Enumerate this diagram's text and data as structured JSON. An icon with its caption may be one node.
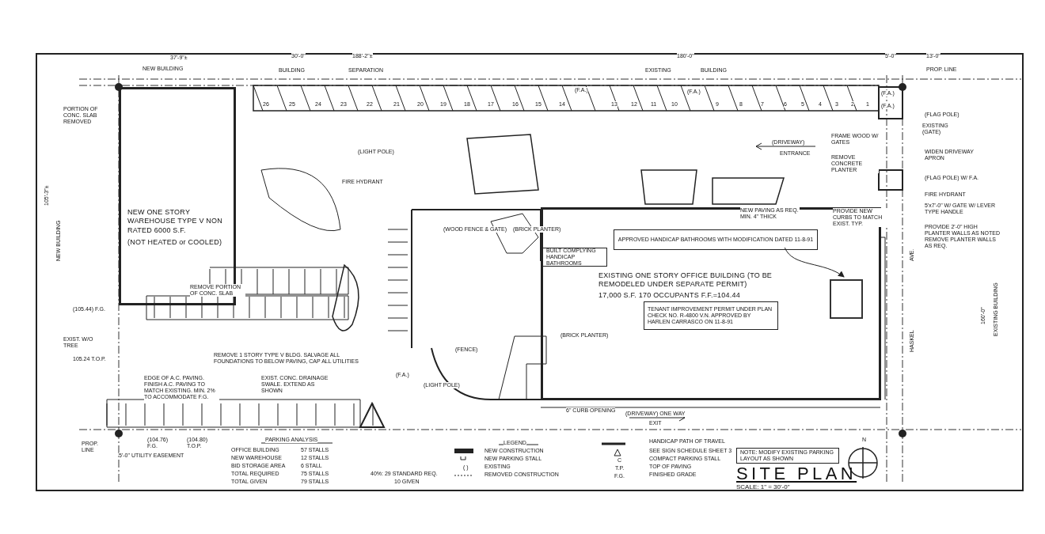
{
  "diagram": {
    "title": "SITE PLAN",
    "caption": "SCALE: 1\" = 30'-0\"",
    "nodes": [
      {
        "text": [
          "NEW ONE STORY WAREHOUSE TYPE V NON RATED 6000 S.F.",
          "(NOT HEATED or COOLED)"
        ]
      },
      {
        "text": [
          "EXISTING ONE STORY OFFICE BUILDING (TO BE REMODELED UNDER SEPARATE PERMIT)",
          "17,000 S.F. 170 OCCUPANTS F.F.=104.44"
        ]
      },
      {
        "text": [
          "TENANT IMPROVEMENT PERMIT UNDER PLAN CHECK NO. R-4800 V.N. APPROVED BY HARLEN CARRASCO ON 11-8-91"
        ],
        "in": 1
      },
      {
        "text": [
          "BUILT COMPLYING HANDICAP BATHROOMS"
        ],
        "in": 1
      },
      {
        "text": [
          "APPROVED HANDICAP BATHROOMS WITH MODIFICATION DATED 11-8-91"
        ],
        "in": 1
      },
      {
        "text": [],
        "shape": "box",
        "in": 1
      },
      {
        "text": [
          "NOTE: MODIFY EXISTING PARKING LAYOUT AS SHOWN"
        ]
      }
    ],
    "edges": [
      {
        "from": 4,
        "to": 5,
        "arrow": "to"
      }
    ],
    "labels": [
      "37'-9\"±",
      "NEW BUILDING",
      "30'-0\"",
      "BUILDING",
      "SEPARATION",
      "188'-2\"±",
      "180'-0\"",
      "EXISTING",
      "BUILDING",
      "5'-0\"",
      "13'-0\"",
      "PROP. LINE",
      "PORTION OF CONC. SLAB REMOVED",
      "NEW BUILDING",
      "105'-3\"±",
      "(FLAG POLE)",
      "EXISTING (GATE)",
      "FRAME WOOD W/ GATES",
      "(DRIVEWAY)",
      "ENTRANCE",
      "REMOVE CONCRETE PLANTER",
      "WIDEN DRIVEWAY APRON",
      "(FLAG POLE) W/ F.A.",
      "FIRE HYDRANT",
      "5'x7'-0\" W/ GATE W/ LEVER TYPE HANDLE",
      "PROVIDE 2'-0\" HIGH PLANTER WALLS AS NOTED REMOVE PLANTER WALLS AS REQ.",
      "AVE.",
      "HASKEL",
      "160'-0\"",
      "EXISTING BUILDING",
      "PROVIDE NEW CURBS TO MATCH EXIST. TYP.",
      "NEW PAVING AS REQ. MIN. 4\" THICK",
      "(LIGHT POLE)",
      "FIRE HYDRANT",
      "(WOOD FENCE & GATE)",
      "(BRICK PLANTER)",
      "(BRICK PLANTER)",
      "(FENCE)",
      "(LIGHT POLE)",
      "(F.A.)",
      "6\" CURB OPENING",
      "(DRIVEWAY) ONE WAY",
      "EXIT",
      "REMOVE PORTION OF CONC. SLAB",
      "(105.44) F.G.",
      "EXIST. W/O TREE",
      "105.24 T.O.P.",
      "REMOVE 1 STORY TYPE V BLDG. SALVAGE ALL FOUNDATIONS TO BELOW PAVING, CAP ALL UTILITIES",
      "EDGE OF A.C. PAVING. FINISH A.C. PAVING TO MATCH EXISTING. MIN. 2% TO ACCOMMODATE F.G.",
      "EXIST. CONC. DRAINAGE SWALE. EXTEND AS SHOWN",
      "PROP. LINE",
      "(104.76) F.G.",
      "(104.80) T.O.P.",
      "5'-0\" UTILITY EASEMENT",
      "PARKING ANALYSIS",
      "OFFICE BUILDING",
      "57 STALLS",
      "NEW WAREHOUSE",
      "12 STALLS",
      "BID STORAGE AREA",
      "6 STALL",
      "TOTAL REQUIRED",
      "75 STALLS",
      "TOTAL GIVEN",
      "79 STALLS",
      "40%: 29 STANDARD REQ.",
      "10 GIVEN",
      "LEGEND",
      "(   )",
      "C",
      "T.P.",
      "F.G.",
      "N",
      "26",
      "25",
      "24",
      "23",
      "22",
      "21",
      "20",
      "19",
      "18",
      "17",
      "16",
      "15",
      "14",
      "(F.A.)",
      "13",
      "12",
      "11",
      "10",
      "(F.A.)",
      "9",
      "8",
      "7",
      "6",
      "5",
      "4",
      "3",
      "2",
      "1",
      "(F.A.)",
      "(F.A.)"
    ],
    "legend": [
      {
        "text": "NEW CONSTRUCTION"
      },
      {
        "text": "NEW PARKING STALL"
      },
      {
        "text": "EXISTING"
      },
      {
        "text": "REMOVED CONSTRUCTION"
      },
      {
        "text": "HANDICAP PATH OF TRAVEL"
      },
      {
        "text": "SEE SIGN SCHEDULE SHEET 3"
      },
      {
        "text": "COMPACT PARKING STALL"
      },
      {
        "text": "TOP OF PAVING"
      },
      {
        "text": "FINISHED GRADE"
      }
    ]
  }
}
